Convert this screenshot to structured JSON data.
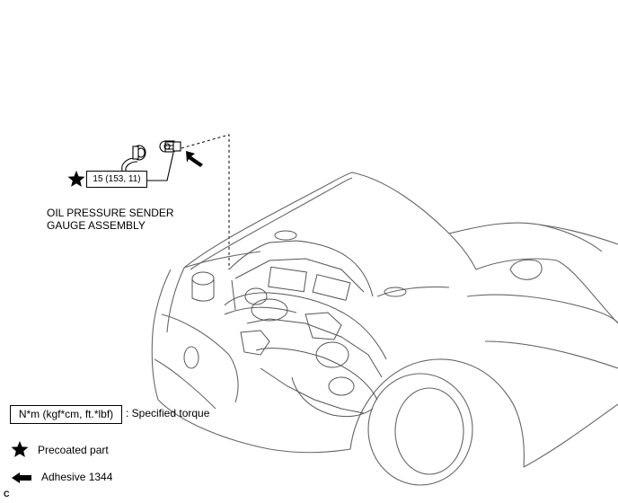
{
  "torque_callout": {
    "value": "15 (153, 11)"
  },
  "part_label": {
    "line1": "OIL PRESSURE SENDER",
    "line2": "GAUGE ASSEMBLY"
  },
  "legend": {
    "torque_units": "N*m (kgf*cm, ft.*lbf)",
    "torque_meaning": ": Specified torque",
    "precoated": "Precoated part",
    "adhesive": "Adhesive 1344"
  },
  "corner_code": "C",
  "icons": [
    "star-icon",
    "arrow-icon"
  ]
}
